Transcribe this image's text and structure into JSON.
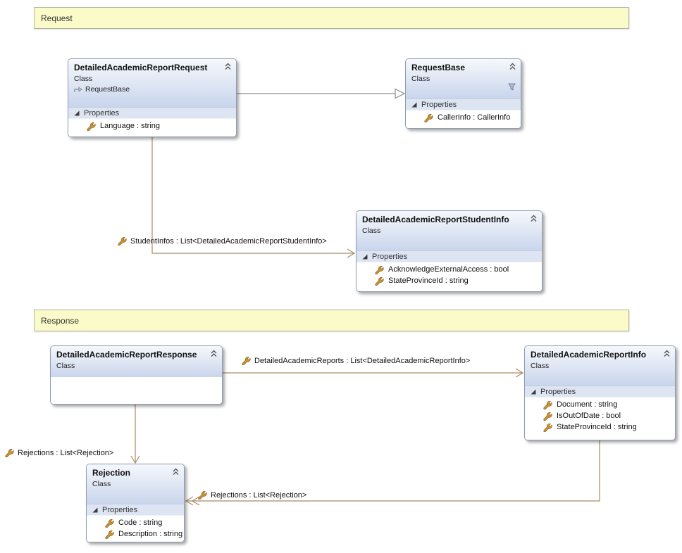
{
  "banners": {
    "request": "Request",
    "response": "Response"
  },
  "classes": {
    "request": {
      "title": "DetailedAcademicReportRequest",
      "kind": "Class",
      "base": "RequestBase",
      "section": "Properties",
      "properties": [
        "Language : string"
      ]
    },
    "requestBase": {
      "title": "RequestBase",
      "kind": "Class",
      "section": "Properties",
      "properties": [
        "CallerInfo : CallerInfo"
      ]
    },
    "studentInfo": {
      "title": "DetailedAcademicReportStudentInfo",
      "kind": "Class",
      "section": "Properties",
      "properties": [
        "AcknowledgeExternalAccess : bool",
        "StateProvinceId : string"
      ]
    },
    "response": {
      "title": "DetailedAcademicReportResponse",
      "kind": "Class"
    },
    "reportInfo": {
      "title": "DetailedAcademicReportInfo",
      "kind": "Class",
      "section": "Properties",
      "properties": [
        "Document : string",
        "IsOutOfDate : bool",
        "StateProvinceId : string"
      ]
    },
    "rejection": {
      "title": "Rejection",
      "kind": "Class",
      "section": "Properties",
      "properties": [
        "Code : string",
        "Description : string"
      ]
    }
  },
  "connector_labels": {
    "studentInfos": "StudentInfos : List<DetailedAcademicReportStudentInfo>",
    "detailedAcademicReports": "DetailedAcademicReports : List<DetailedAcademicReportInfo>",
    "rejectionsFromResponse": "Rejections : List<Rejection>",
    "rejectionsFromInfo": "Rejections : List<Rejection>"
  },
  "icons": {
    "collapse": "double-chevron-up",
    "expander": "black-lower-right-triangle",
    "property": "wrench",
    "filter": "funnel",
    "inherits": "bent-arrow"
  },
  "colors": {
    "associationLine": "#a98a64",
    "inheritanceLine": "#8c8c8c",
    "bannerBackground": "#fbfbc9"
  }
}
